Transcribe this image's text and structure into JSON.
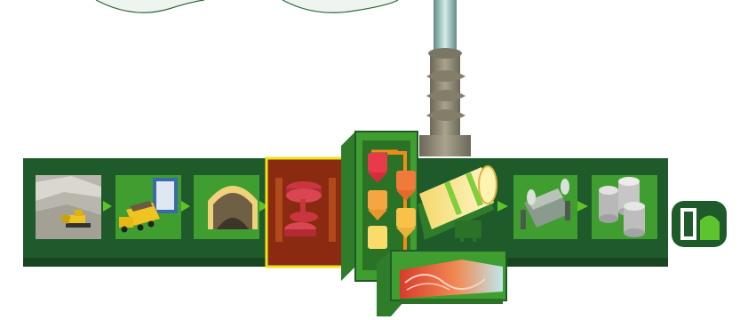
{
  "diagram": {
    "steps": [
      {
        "id": "quarry",
        "icon": "quarry-excavator-icon"
      },
      {
        "id": "transport",
        "icon": "dump-truck-icon"
      },
      {
        "id": "storage",
        "icon": "raw-material-storage-icon"
      },
      {
        "id": "grinding",
        "icon": "raw-mill-icon",
        "highlighted": true
      },
      {
        "id": "preheater",
        "icon": "preheater-tower-icon"
      },
      {
        "id": "kiln",
        "icon": "rotary-kiln-icon"
      },
      {
        "id": "cooler",
        "icon": "clinker-cooler-icon"
      },
      {
        "id": "cement-mill",
        "icon": "cement-mill-icon"
      },
      {
        "id": "silos",
        "icon": "cement-silos-icon"
      }
    ],
    "highlight_color": "#f2e21a",
    "logo": "brand-logo-icon"
  },
  "colors": {
    "band": "#1f5a2a",
    "band_dark": "#174620",
    "tile_green": "#3f9e2f",
    "arrow": "#5ec42e",
    "highlight_fill": "#8a2a10",
    "highlight_border": "#f2e21a",
    "chimney": "#8f8a77",
    "cloud_stroke": "#2f6a3a",
    "cloud_fill": "#eef5ef"
  }
}
